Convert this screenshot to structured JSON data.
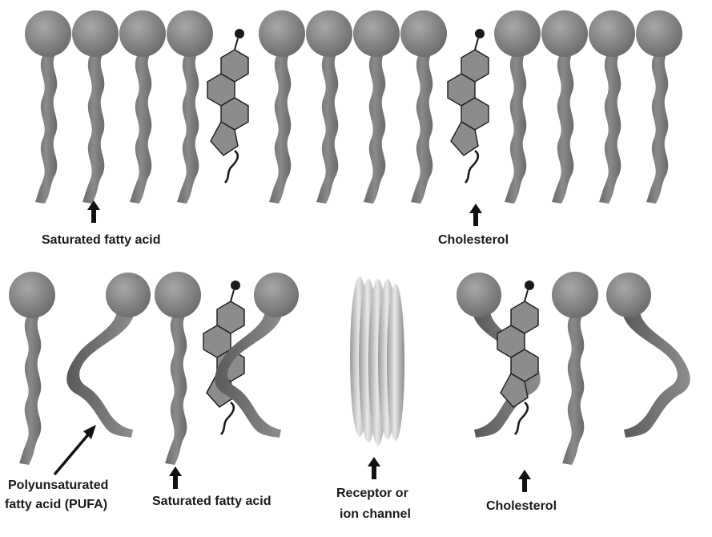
{
  "labels": {
    "top_saturated": "Saturated fatty acid",
    "top_cholesterol": "Cholesterol",
    "pufa_line1": "Polyunsaturated",
    "pufa_line2": "fatty acid (PUFA)",
    "bottom_saturated": "Saturated fatty acid",
    "receptor_line1": "Receptor or",
    "receptor_line2": "ion channel",
    "bottom_cholesterol": "Cholesterol"
  },
  "colors": {
    "lipid_fill": "#7c7c7c",
    "lipid_head_light": "#a8a8a8",
    "sterol_fill": "#8c8c8c",
    "sterol_stroke": "#1a1a1a",
    "arrow": "#111111"
  },
  "components": {
    "top_row": [
      "saturated-lipid",
      "saturated-lipid",
      "saturated-lipid",
      "saturated-lipid",
      "cholesterol",
      "saturated-lipid",
      "saturated-lipid",
      "saturated-lipid",
      "saturated-lipid",
      "cholesterol",
      "saturated-lipid",
      "saturated-lipid",
      "saturated-lipid",
      "saturated-lipid"
    ],
    "bottom_row": [
      "saturated-lipid",
      "pufa-lipid",
      "saturated-lipid",
      "cholesterol",
      "pufa-lipid",
      "receptor",
      "pufa-lipid",
      "cholesterol",
      "saturated-lipid",
      "pufa-lipid"
    ]
  }
}
